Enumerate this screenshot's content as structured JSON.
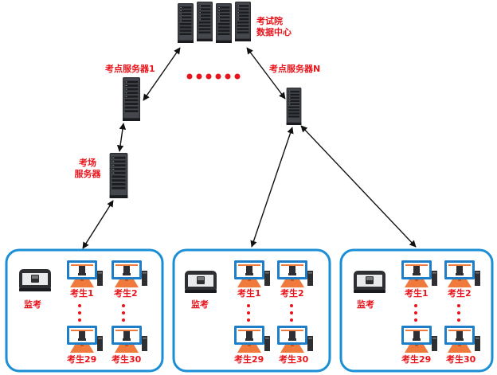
{
  "labels": {
    "datacenter_line1": "考试院",
    "datacenter_line2": "数据中心",
    "server_1": "考点服务器1",
    "server_n": "考点服务器N",
    "room_server_line1": "考场",
    "room_server_line2": "服务器",
    "ellipsis": "●●●●●●"
  },
  "rooms": [
    {
      "proctor": "监考",
      "students": [
        "考生1",
        "考生2",
        "考生29",
        "考生30"
      ]
    },
    {
      "proctor": "监考",
      "students": [
        "考生1",
        "考生2",
        "考生29",
        "考生30"
      ]
    },
    {
      "proctor": "监考",
      "students": [
        "考生1",
        "考生2",
        "考生29",
        "考生30"
      ]
    }
  ],
  "colors": {
    "label_red": "#e8141b",
    "room_border": "#1a8fd6",
    "monitor_blue": "#1e7fc8",
    "keyboard_orange": "#f07a3c",
    "server_dark": "#2d2f33"
  },
  "icons": {
    "datacenter": "server-rack-icon",
    "site_server": "server-tower-icon",
    "room_server": "server-tower-icon",
    "proctor": "printer-camera-icon",
    "student": "computer-terminal-icon"
  }
}
